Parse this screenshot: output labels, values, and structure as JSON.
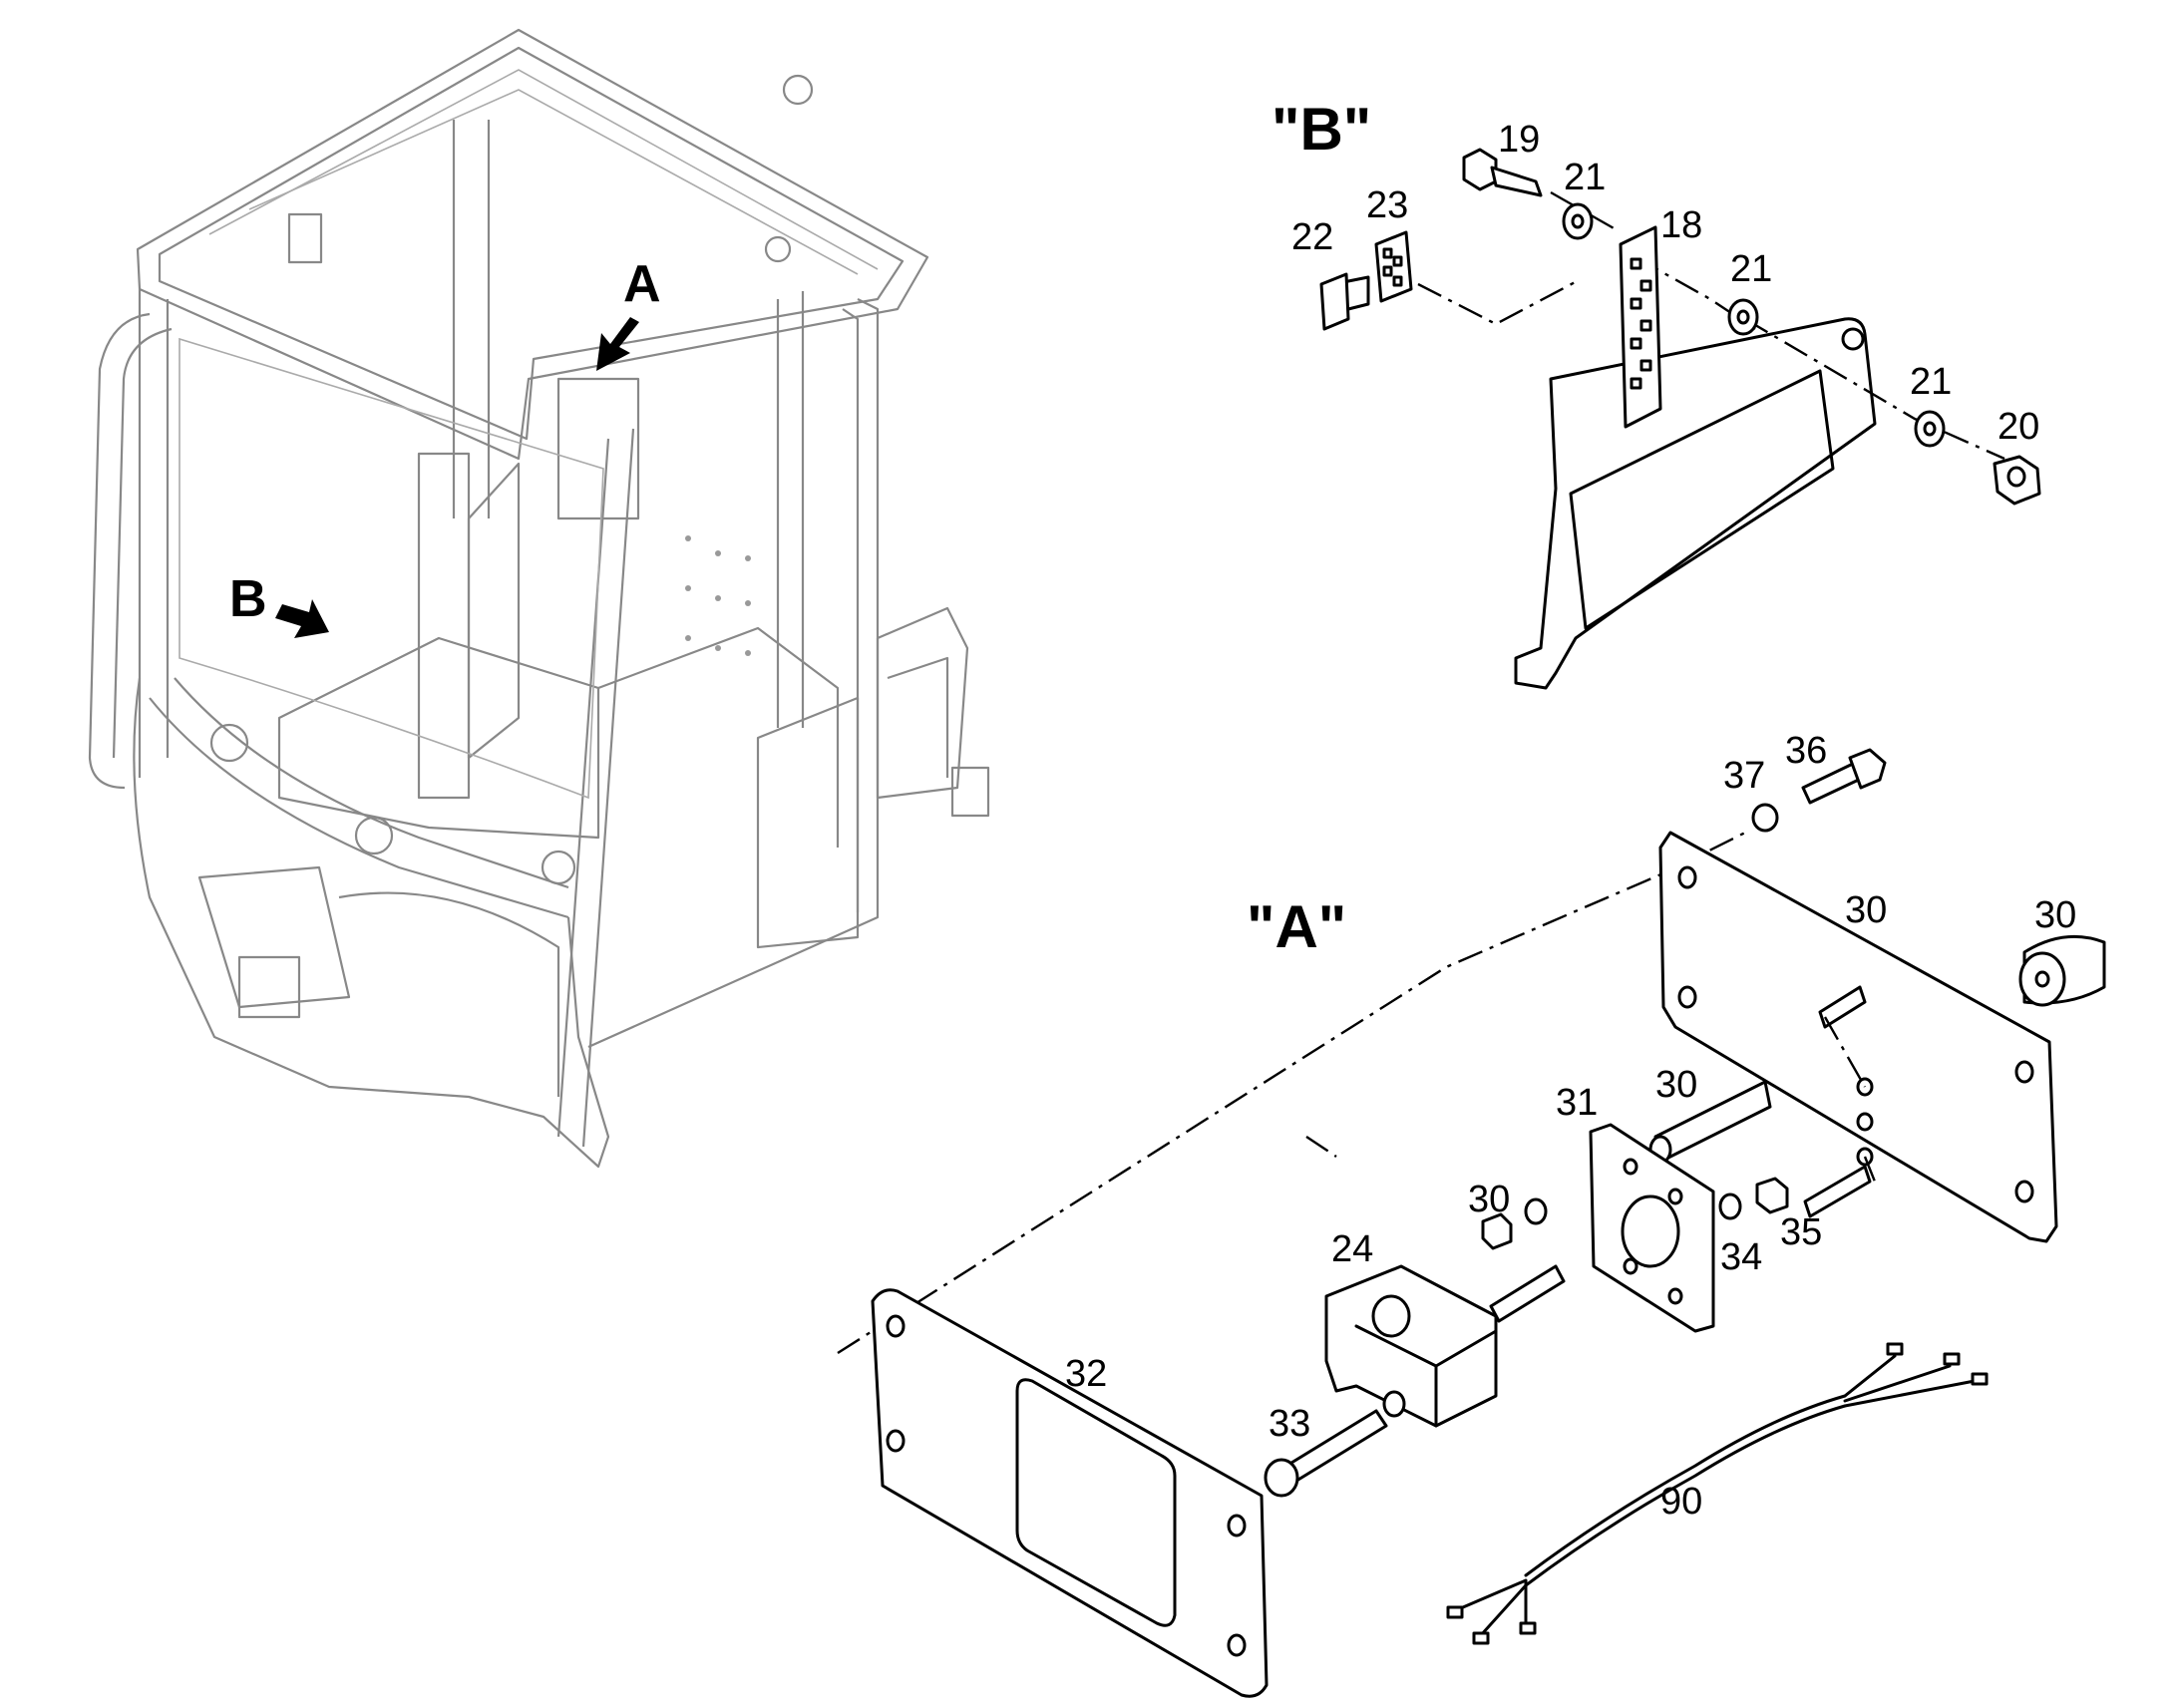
{
  "view_labels": {
    "view_a": "\"A\"",
    "view_b": "\"B\""
  },
  "pointers": {
    "pointer_a": "A",
    "pointer_b": "B"
  },
  "callouts": {
    "c19": "19",
    "c21a": "21",
    "c18": "18",
    "c21b": "21",
    "c23": "23",
    "c22": "22",
    "c21c": "21",
    "c20": "20",
    "c36": "36",
    "c37": "37",
    "c30a": "30",
    "c30b": "30",
    "c30c": "30",
    "c31": "31",
    "c30d": "30",
    "c24": "24",
    "c34": "34",
    "c35": "35",
    "c32": "32",
    "c33": "33",
    "c90": "90"
  }
}
